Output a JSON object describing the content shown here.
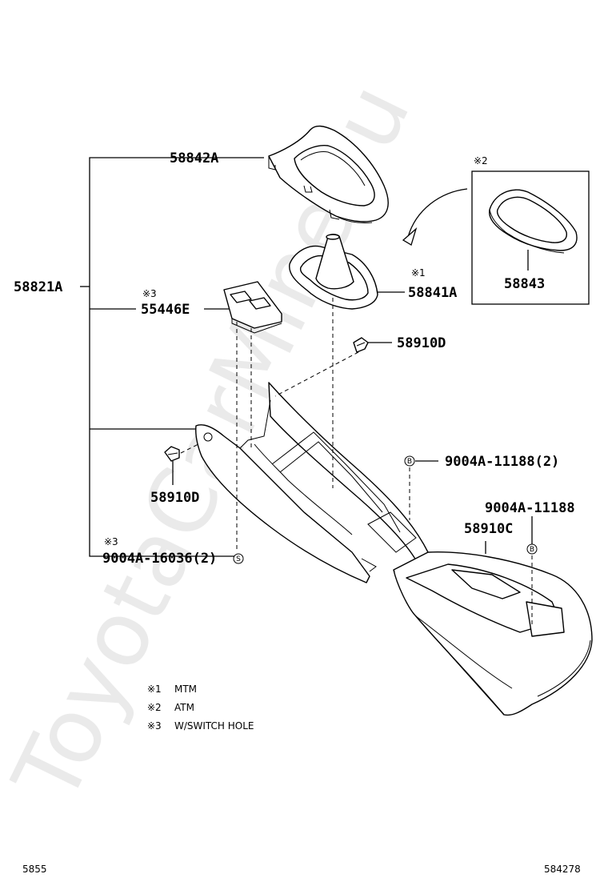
{
  "parts": {
    "p58842A": "58842A",
    "p58821A": "58821A",
    "p55446E": "55446E",
    "p58841A": "58841A",
    "p58843": "58843",
    "p58910D_upper": "58910D",
    "p58910D_lower": "58910D",
    "p9004A_11188_2": "9004A-11188(2)",
    "p9004A_11188": "9004A-11188",
    "p58910C": "58910C",
    "p9004A_16036_2": "9004A-16036(2)"
  },
  "marks": {
    "m1": "※1",
    "m2": "※2",
    "m3a": "※3",
    "m3b": "※3"
  },
  "symbols": {
    "b": "B",
    "s": "S"
  },
  "legend": [
    {
      "mark": "※1",
      "text": "MTM"
    },
    {
      "mark": "※2",
      "text": "ATM"
    },
    {
      "mark": "※3",
      "text": "W/SWITCH HOLE"
    }
  ],
  "footer": {
    "left": "5855",
    "right": "584278"
  },
  "watermark": "ToyotaCarMine.ru"
}
